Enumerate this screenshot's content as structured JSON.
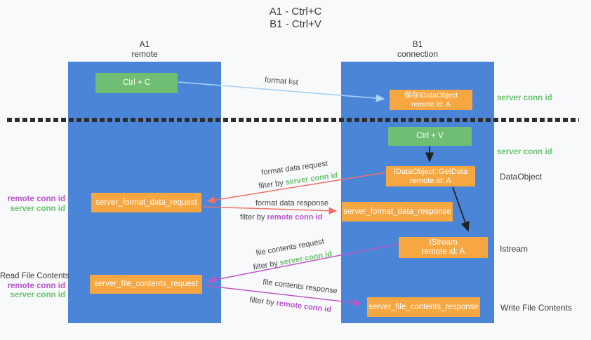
{
  "title": {
    "line1": "A1 - Ctrl+C",
    "line2": "B1 - Ctrl+V"
  },
  "columns": {
    "a1": {
      "name": "A1",
      "subtitle": "remote"
    },
    "b1": {
      "name": "B1",
      "subtitle": "connection"
    }
  },
  "nodes": {
    "ctrl_c": {
      "label": "Ctrl + C"
    },
    "save_idataobject": {
      "line1": "保存IDataObject",
      "line2": "remote id: A"
    },
    "ctrl_v": {
      "label": "Ctrl + V"
    },
    "getdata": {
      "line1": "IDataObject::GetData",
      "line2": "remote id: A"
    },
    "format_request": {
      "label": "server_format_data_request"
    },
    "format_response": {
      "label": "server_format_data_response"
    },
    "istream": {
      "line1": "IStream",
      "line2": "remote id: A"
    },
    "file_request": {
      "label": "server_file_contents_request"
    },
    "file_response": {
      "label": "server_file_contents_response"
    }
  },
  "annotations": {
    "server_conn_id_top": "server conn id",
    "server_conn_id_mid": "server conn id",
    "dataobject": "DataObject",
    "istream": "Istream",
    "write_file_contents": "Write File Contents",
    "read_file_contents": "Read File Contents",
    "left_format": {
      "remote": "remote conn id",
      "server": "server conn id"
    },
    "left_file": {
      "remote": "remote conn id",
      "server": "server conn id"
    }
  },
  "flow_labels": {
    "format_list": "format list",
    "format_data_request": "format data request",
    "format_data_response": "format data response",
    "file_contents_request": "file contents request",
    "file_contents_response": "file contents response",
    "filter_by": "filter by",
    "server_conn_id": "server conn id",
    "remote_conn_id": "remote conn id"
  },
  "colors": {
    "lifeline_blue": "#4a85d8",
    "node_green": "#6fbe74",
    "node_orange": "#f6a742",
    "arrow_light_blue": "#a8d3f2",
    "arrow_red": "#ef7168",
    "arrow_purple": "#bd59c6",
    "arrow_black": "#222222",
    "label_green": "#6cc271",
    "label_purple": "#b554cb",
    "divider_black": "#2e2e2e",
    "background": "#f8f9fa"
  }
}
